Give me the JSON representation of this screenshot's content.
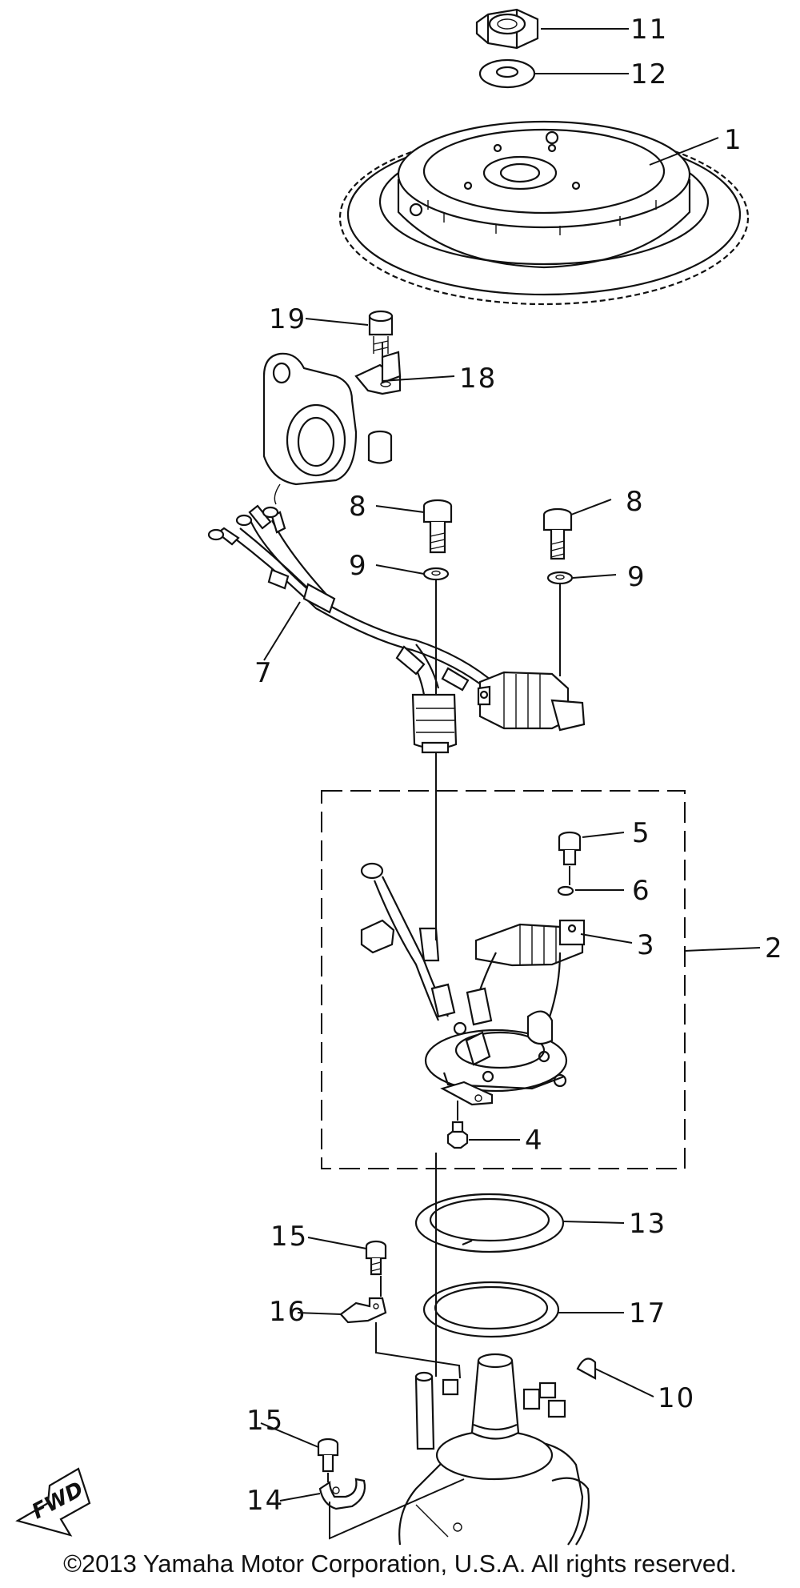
{
  "callouts": {
    "c1": "1",
    "c2": "2",
    "c3": "3",
    "c4": "4",
    "c5": "5",
    "c6": "6",
    "c7": "7",
    "c8a": "8",
    "c8b": "8",
    "c9a": "9",
    "c9b": "9",
    "c10": "10",
    "c11": "11",
    "c12": "12",
    "c13": "13",
    "c14": "14",
    "c15a": "15",
    "c15b": "15",
    "c16": "16",
    "c17": "17",
    "c18": "18",
    "c19": "19"
  },
  "fwd_label": "FWD",
  "copyright": "©2013 Yamaha Motor Corporation, U.S.A. All rights reserved."
}
